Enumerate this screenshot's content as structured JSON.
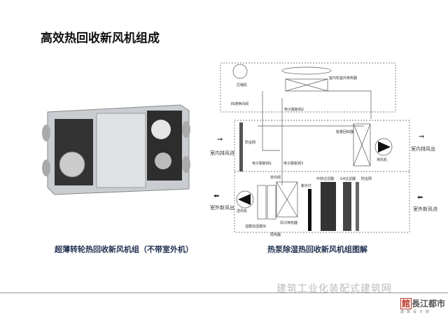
{
  "title": "高效热回收新风机组成",
  "left_caption": "超薄转轮热回收新风机组（不带室外机）",
  "right_caption": "热泵除湿热回收新风机组图解",
  "diagram": {
    "compressor": "压缩机",
    "four_way_valve": "四通换向阀",
    "outdoor_hx": "室内机室外换热器",
    "eev2": "电子膨胀阀2",
    "insect_net_left": "防虫网",
    "eev1": "电子膨胀阀1",
    "eev3": "电子膨胀阀3",
    "energy_recovery": "能量回收器",
    "exhaust_fan": "排风机",
    "indoor_exhaust_out": "室内排风出",
    "indoor_exhaust_in": "室内排风进",
    "check_valve": "单向阀",
    "supply_fan": "送风机",
    "humidifier": "湿膜加湿模块",
    "reheater": "再热器",
    "air_hx": "风冷换热器",
    "uv_lamp": "紫外灯",
    "medium_filter": "中效过滤器",
    "g4_filter": "G4过滤器",
    "insect_net_right": "防虫网",
    "outdoor_fresh_out": "室外新风出",
    "outdoor_fresh_in": "室外新风进"
  },
  "watermark": "建筑工业化装配式建筑网",
  "logo": {
    "mark": "館",
    "name": "長江都市",
    "sub": "建筑设计院"
  }
}
